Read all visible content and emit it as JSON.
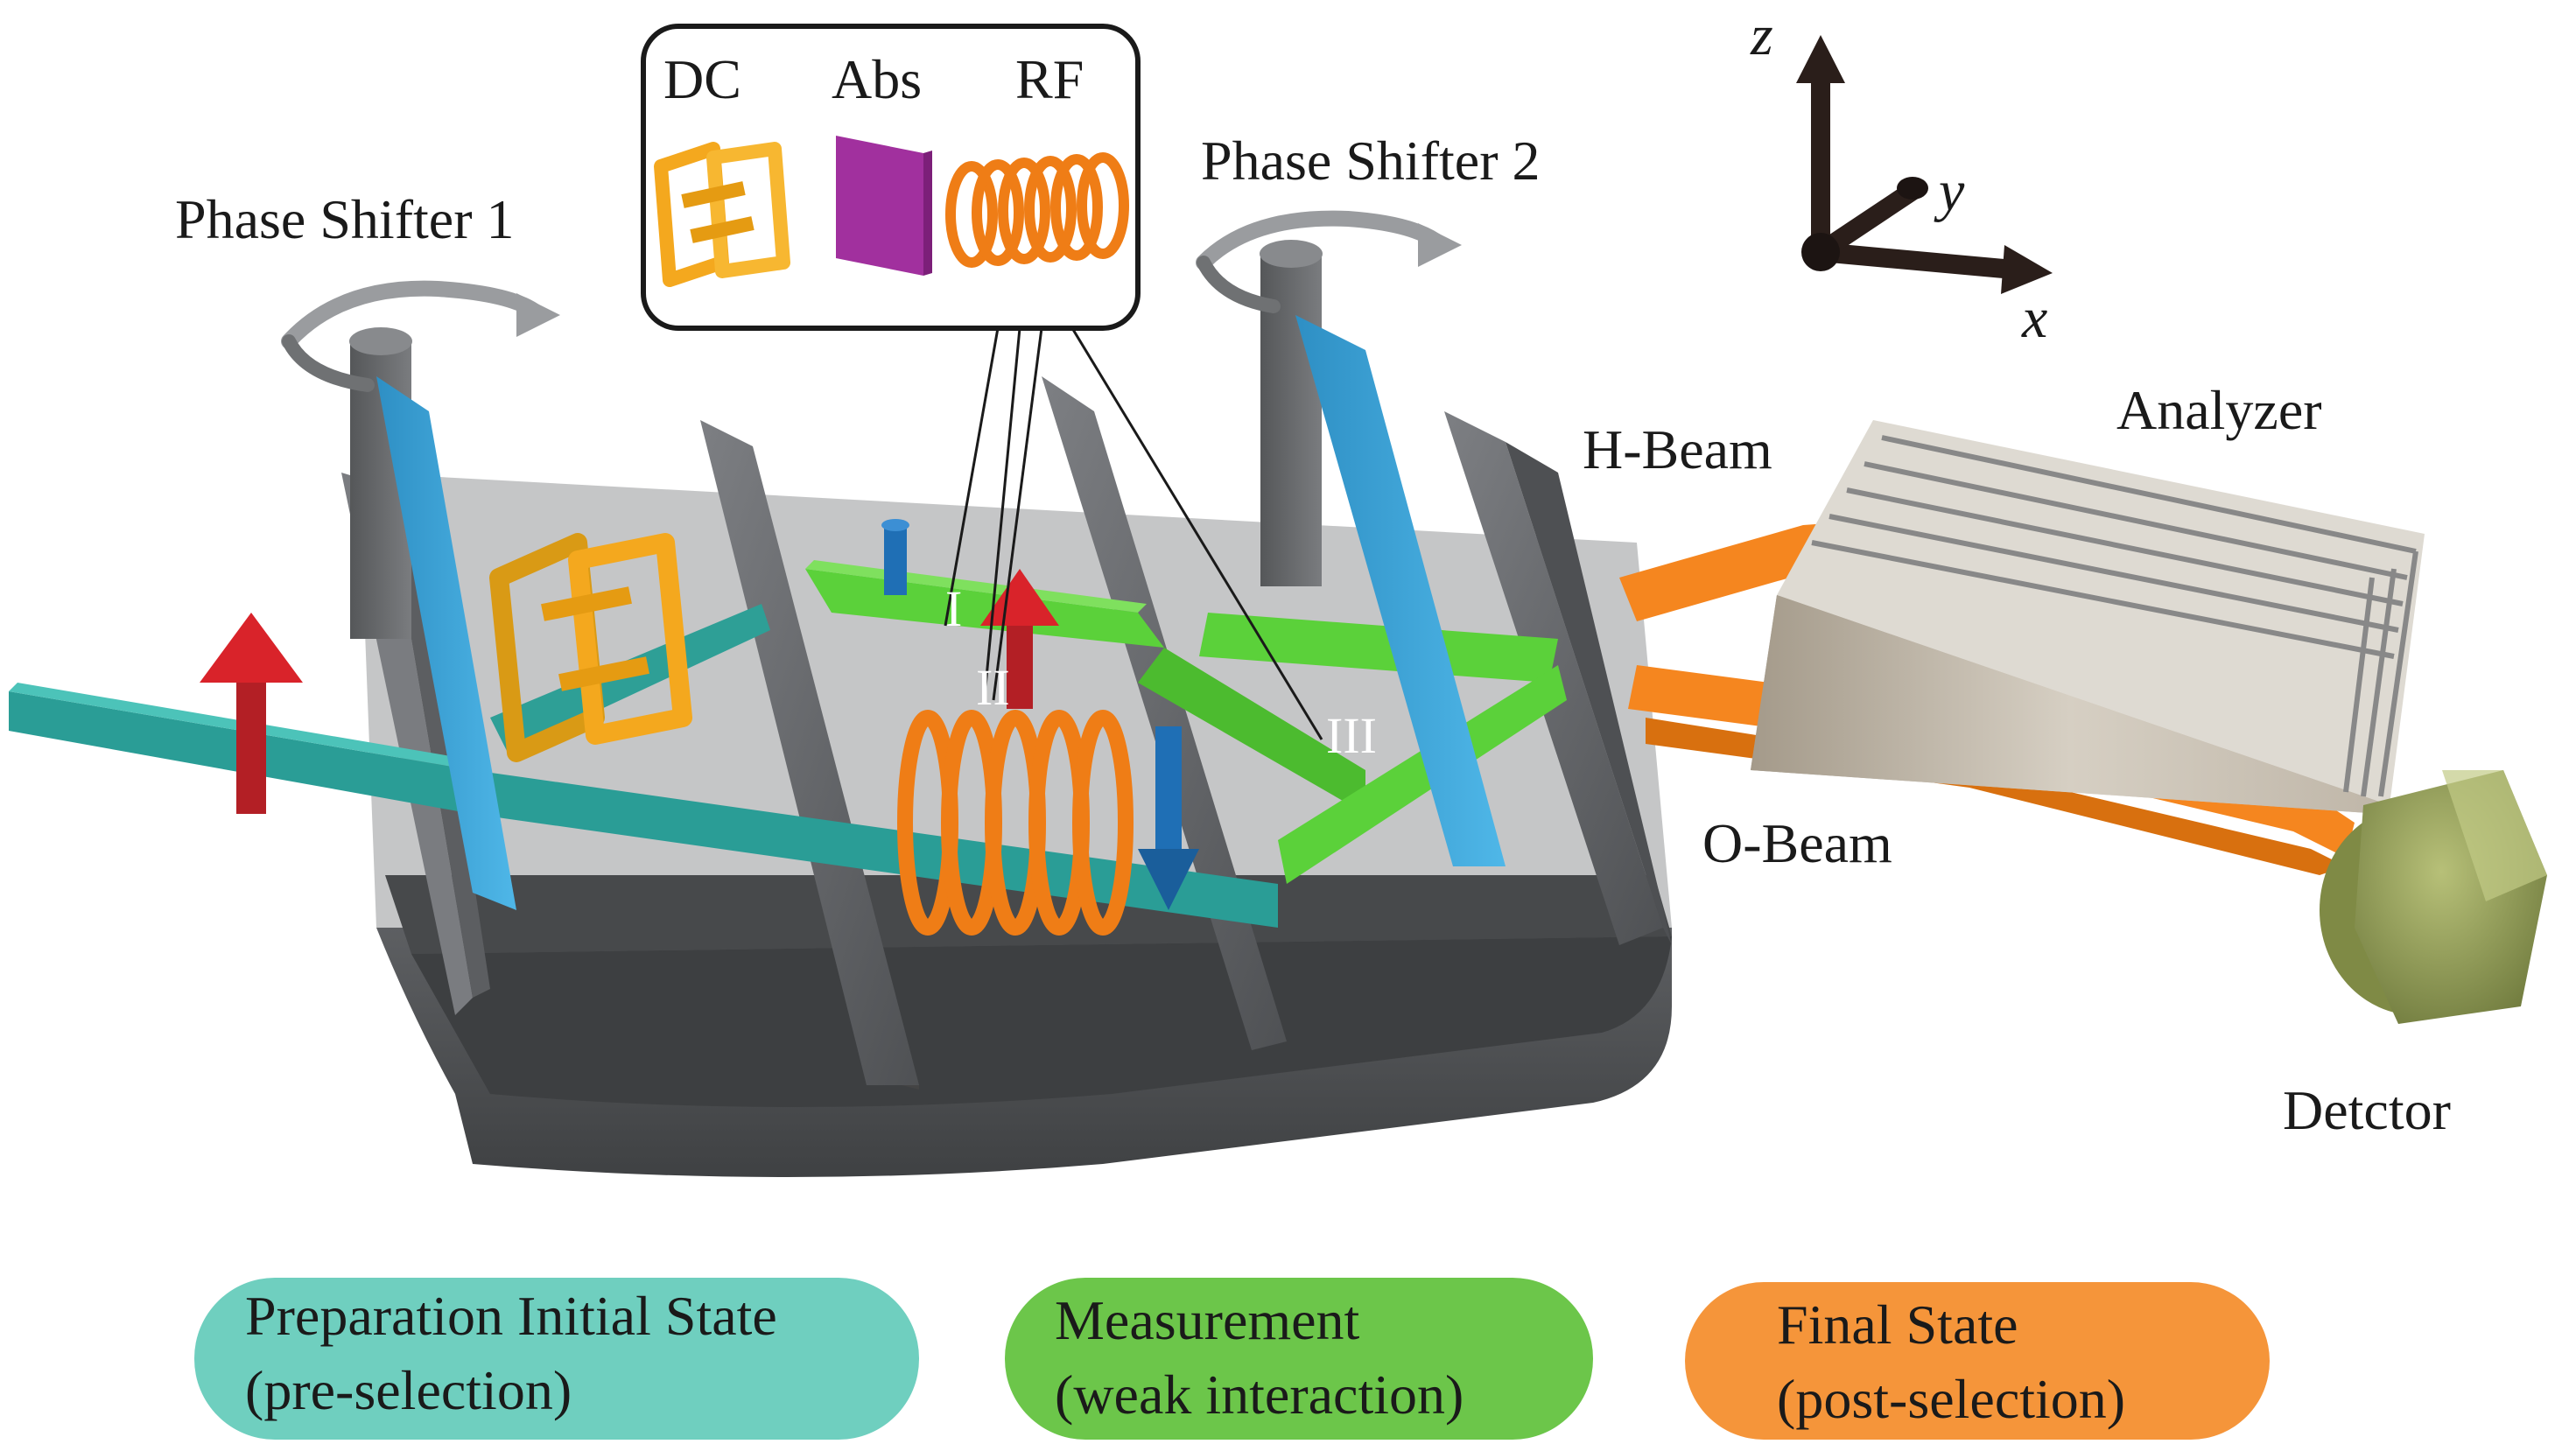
{
  "labels": {
    "phase_shifter_1": "Phase Shifter 1",
    "phase_shifter_2": "Phase Shifter 2",
    "h_beam": "H-Beam",
    "o_beam": "O-Beam",
    "analyzer": "Analyzer",
    "detector": "Detctor"
  },
  "inset": {
    "dc": "DC",
    "abs": "Abs",
    "rf": "RF"
  },
  "markers": {
    "i": "I",
    "ii": "II",
    "iii": "III"
  },
  "axes": {
    "x": "x",
    "y": "y",
    "z": "z"
  },
  "stages": [
    {
      "line1": "Preparation Initial State",
      "line2": "(pre-selection)",
      "color": "#6fcfbf"
    },
    {
      "line1": "Measurement",
      "line2": "(weak interaction)",
      "color": "#6cc64a"
    },
    {
      "line1": "Final State",
      "line2": "(post-selection)",
      "color": "#f5953a"
    }
  ],
  "colors": {
    "teal_beam": "#2a9d96",
    "green_beam": "#5bd13a",
    "orange_beam": "#f5861f",
    "crystal": "#6b6d70",
    "blue_plate": "#3aa7dc",
    "spin_up": "#d9232a",
    "spin_down": "#1f6fb5",
    "coil": "#ef7d16",
    "dc_coil": "#f4a81e",
    "absorber": "#a1309e",
    "detector": "#8f9a55"
  }
}
